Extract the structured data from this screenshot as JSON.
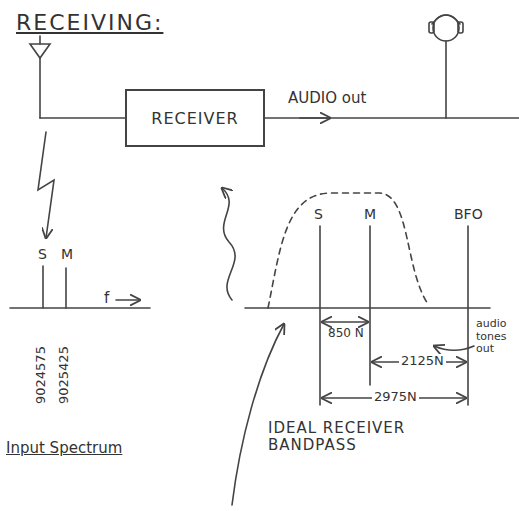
{
  "diagram": {
    "nodes": [
      {
        "text": [
          "RECEIVER"
        ]
      }
    ],
    "labels": [
      "RECEIVING:",
      "AUDIO out",
      "S",
      "M",
      "f",
      "9024575",
      "9025425",
      "Input Spectrum",
      "S",
      "M",
      "BFO",
      "850 N",
      "2125N",
      "2975N",
      "audio tones out",
      "IDEAL RECEIVER BANDPASS"
    ]
  }
}
